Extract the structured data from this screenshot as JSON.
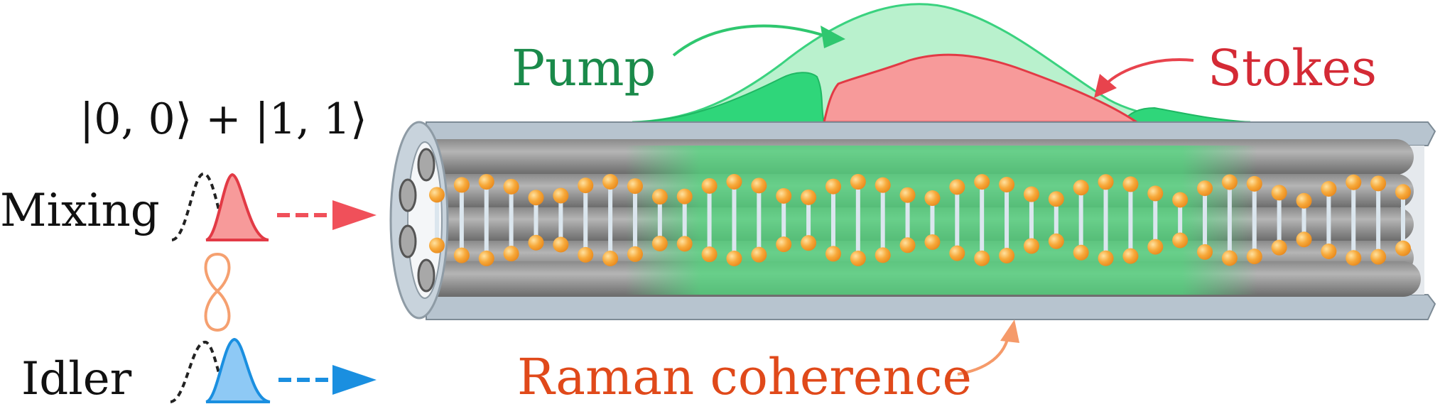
{
  "labels": {
    "pump": "Pump",
    "stokes": "Stokes",
    "raman": "Raman coherence",
    "state": "|0, 0⟩ + |1, 1⟩",
    "mixing": "Mixing",
    "idler": "Idler"
  },
  "colors": {
    "pump_fill": "#b9f1cd",
    "pump_stroke": "#36cc7a",
    "pump_dark": "#2fd67a",
    "stokes_fill": "#f79a9a",
    "stokes_stroke": "#e23a45",
    "idler_fill": "#8ec9f5",
    "idler_stroke": "#1a8fe0",
    "mixing_arrow": "#f0505a",
    "idler_arrow": "#1a8fe0",
    "entangle": "#f5a070",
    "raman_arrow": "#f59a6a",
    "molecule_ball": "#f7a93a",
    "molecule_rod": "#dbe6ee",
    "fiber_outer": "#b7c4cf",
    "coherence_glow": "#4fd87c"
  },
  "icons": {
    "entanglement": "infinity-loop-icon",
    "mixing_arrow": "dashed-arrow-right-icon",
    "idler_arrow": "dashed-arrow-right-icon"
  }
}
